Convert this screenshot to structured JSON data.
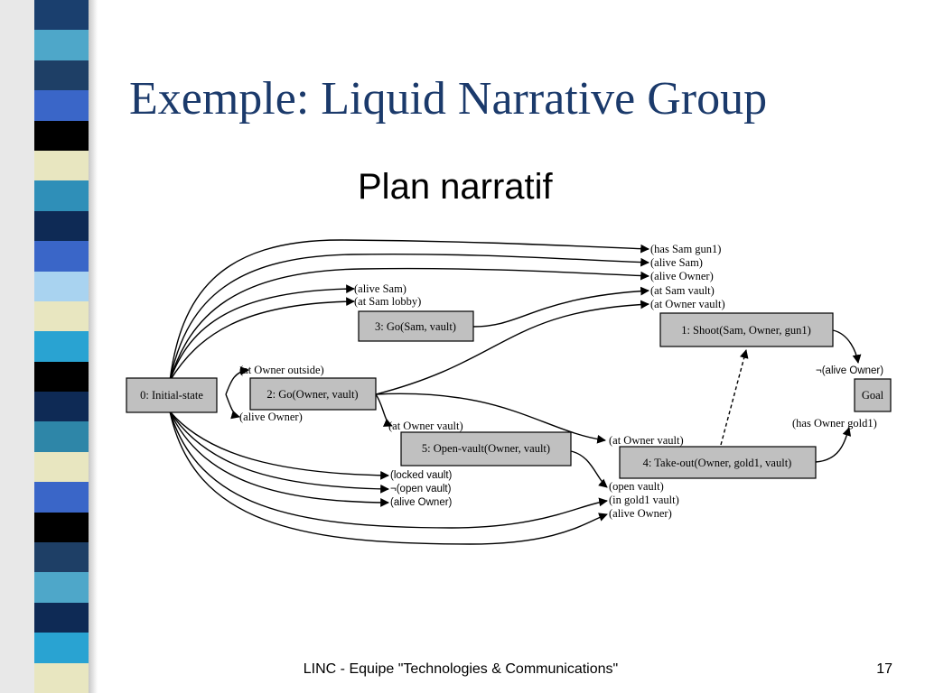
{
  "slide": {
    "title": "Exemple: Liquid Narrative Group",
    "subtitle": "Plan narratif",
    "footer": "LINC - Equipe \"Technologies & Communications\"",
    "page_number": "17"
  },
  "colors": {
    "title": "#1b3a6b",
    "node_fill": "#c0c0c0",
    "sidebar_blocks": [
      "#1a3f6e",
      "#4ea7c9",
      "#1e3f66",
      "#3a66c8",
      "#000000",
      "#e8e6c0",
      "#2f8fb8",
      "#0e2a55",
      "#3a66c8",
      "#a9d3f0",
      "#e8e6c0",
      "#29a3d2",
      "#000000",
      "#0e2a55",
      "#2e86a8",
      "#e8e6c0",
      "#3a66c8",
      "#000000",
      "#1e3f66",
      "#4ea7c9",
      "#0e2a55",
      "#29a3d2",
      "#e8e6c0"
    ]
  },
  "diagram": {
    "nodes": {
      "initial": "0: Initial-state",
      "go_owner": "2: Go(Owner, vault)",
      "go_sam": "3: Go(Sam, vault)",
      "open_vault": "5: Open-vault(Owner, vault)",
      "take_out": "4: Take-out(Owner, gold1, vault)",
      "shoot": "1: Shoot(Sam, Owner, gun1)",
      "goal": "Goal"
    },
    "labels": {
      "has_sam_gun1": "(has Sam gun1)",
      "alive_sam_top": "(alive Sam)",
      "alive_owner_top": "(alive Owner)",
      "at_sam_vault": "(at Sam vault)",
      "at_owner_vault_top": "(at Owner vault)",
      "alive_sam_go": "(alive Sam)",
      "at_sam_lobby": "(at Sam lobby)",
      "at_owner_outside": "(at Owner outside)",
      "alive_owner_go": "(alive Owner)",
      "at_owner_vault_open": "(at Owner vault)",
      "at_owner_vault_take": "(at Owner vault)",
      "locked_vault": "(locked vault)",
      "not_open_vault": "¬(open vault)",
      "alive_owner_open": "(alive Owner)",
      "open_vault_take": "(open vault)",
      "in_gold1_vault": "(in gold1 vault)",
      "alive_owner_take": "(alive Owner)",
      "not_alive_owner": "¬(alive Owner)",
      "has_owner_gold1": "(has Owner gold1)"
    }
  }
}
